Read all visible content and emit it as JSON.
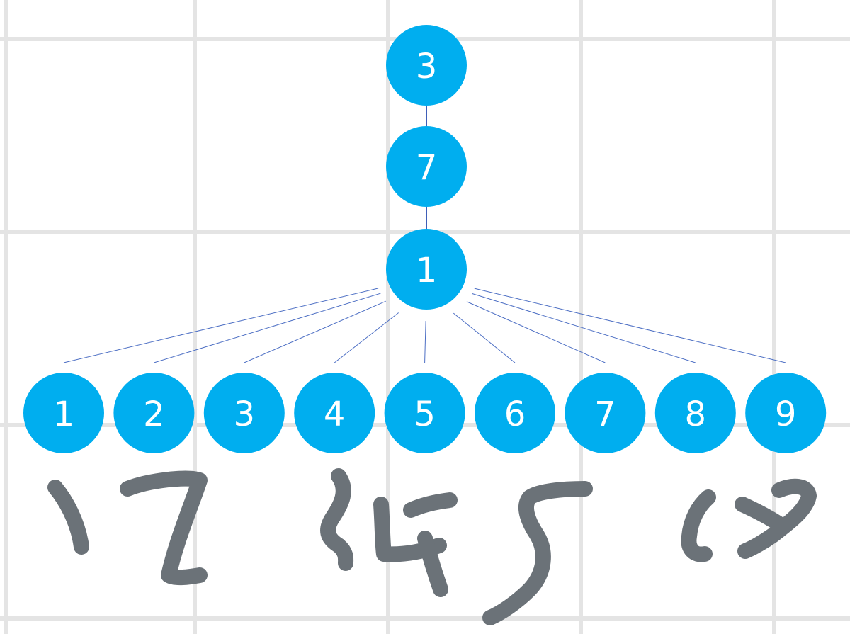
{
  "tree": {
    "chain": [
      "3",
      "7",
      "1"
    ],
    "children": [
      "1",
      "2",
      "3",
      "4",
      "5",
      "6",
      "7",
      "8",
      "9"
    ]
  },
  "colors": {
    "node_fill": "#00aeef",
    "node_text": "#ffffff",
    "edge": "#4d6fc4",
    "grid": "#e4e4e4",
    "ink": "#6b7278"
  },
  "annotation": {
    "kind": "handwritten-ink",
    "tokens": [
      "12",
      "{45",
      "5",
      "6x"
    ]
  }
}
